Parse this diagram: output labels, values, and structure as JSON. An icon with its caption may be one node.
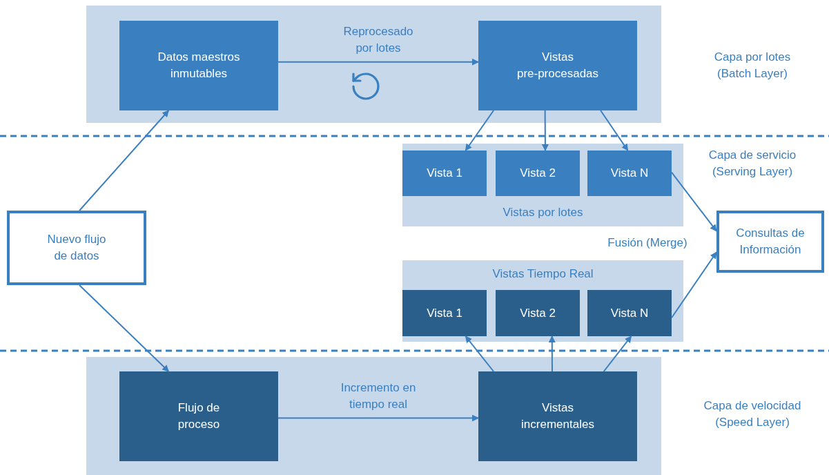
{
  "diagram": {
    "nodes": [
      {
        "text": [],
        "shape": "box"
      },
      {
        "text": [
          "Datos maestros inmutables"
        ],
        "in": 0
      },
      {
        "text": [
          "Vistas pre-procesadas"
        ],
        "in": 0
      },
      {
        "text": [
          "Vistas por lotes"
        ]
      },
      {
        "text": [
          "Vista 1"
        ],
        "in": 3
      },
      {
        "text": [
          "Vista 2"
        ],
        "in": 3
      },
      {
        "text": [
          "Vista N"
        ],
        "in": 3
      },
      {
        "text": [
          "Nuevo flujo de datos"
        ]
      },
      {
        "text": [
          "Consultas de Información"
        ]
      },
      {
        "text": [
          "Vistas Tiempo Real"
        ]
      },
      {
        "text": [
          "Vista 1"
        ],
        "in": 9
      },
      {
        "text": [
          "Vista 2"
        ],
        "in": 9
      },
      {
        "text": [
          "Vista N"
        ],
        "in": 9
      },
      {
        "text": [],
        "shape": "box"
      },
      {
        "text": [
          "Flujo de proceso"
        ],
        "in": 13
      },
      {
        "text": [
          "Vistas incrementales"
        ],
        "in": 13
      }
    ],
    "edges": [
      {
        "from": 1,
        "to": 2,
        "arrow": "to",
        "label": "Reprocesado por lotes"
      },
      {
        "from": 2,
        "to": 4,
        "arrow": "to"
      },
      {
        "from": 2,
        "to": 5,
        "arrow": "to"
      },
      {
        "from": 2,
        "to": 6,
        "arrow": "to"
      },
      {
        "from": 7,
        "to": 1,
        "arrow": "to"
      },
      {
        "from": 7,
        "to": 14,
        "arrow": "to"
      },
      {
        "from": 6,
        "to": 8,
        "arrow": "to"
      },
      {
        "from": 12,
        "to": 8,
        "arrow": "to"
      },
      {
        "from": 14,
        "to": 15,
        "arrow": "to",
        "label": "Incremento en tiempo real"
      },
      {
        "from": 15,
        "to": 10,
        "arrow": "to"
      },
      {
        "from": 15,
        "to": 11,
        "arrow": "to"
      },
      {
        "from": 15,
        "to": 12,
        "arrow": "to"
      }
    ],
    "labels": [
      "Capa por lotes (Batch Layer)",
      "Capa de servicio (Serving Layer)",
      "Fusión (Merge)",
      "Capa de velocidad (Speed Layer)"
    ]
  }
}
